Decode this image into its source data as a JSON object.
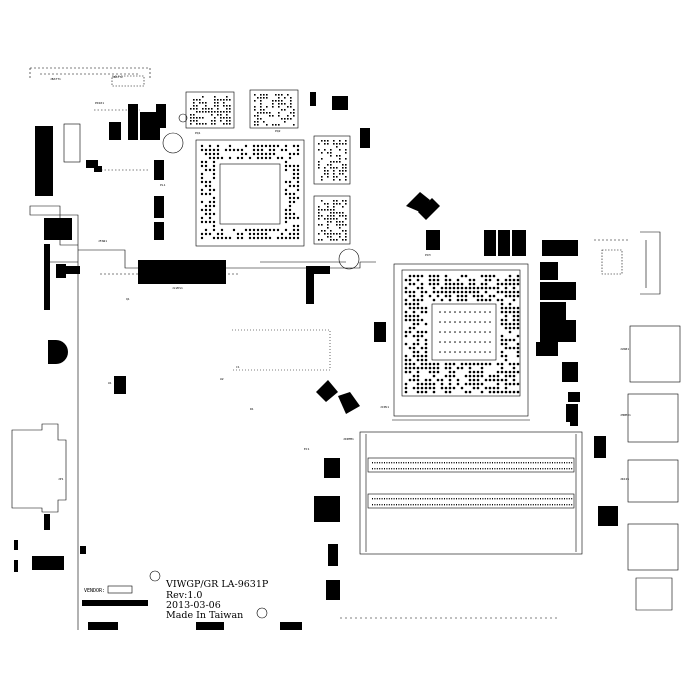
{
  "board": {
    "line1": "VIWGP/GR LA-9631P",
    "line2": "Rev:1.0",
    "line3": "2013-03-06",
    "line4": "Made In Taiwan",
    "vendor_label": "VENDOR:"
  },
  "labels": {
    "jbatt1": "JBATT1",
    "jbatt2": "JBATT2",
    "pd101": "PD101",
    "pq1": "PQ1",
    "pq2": "PQ2",
    "pl1": "PL1",
    "jdimm1": "JDIMM1",
    "jcpu1": "JCPU1",
    "jfan1": "JFAN1",
    "jlvds1": "JLVDS1",
    "u1": "U1",
    "u2": "U2",
    "c1": "C1",
    "r1": "R1",
    "q1": "Q1",
    "jusb1": "JUSB1",
    "jhdmi1": "JHDMI1",
    "jrj45": "JRJ45",
    "jp1": "JP1",
    "ec1": "EC1",
    "pch": "PCH"
  },
  "colors": {
    "ink": "#000000",
    "board": "#ffffff"
  }
}
